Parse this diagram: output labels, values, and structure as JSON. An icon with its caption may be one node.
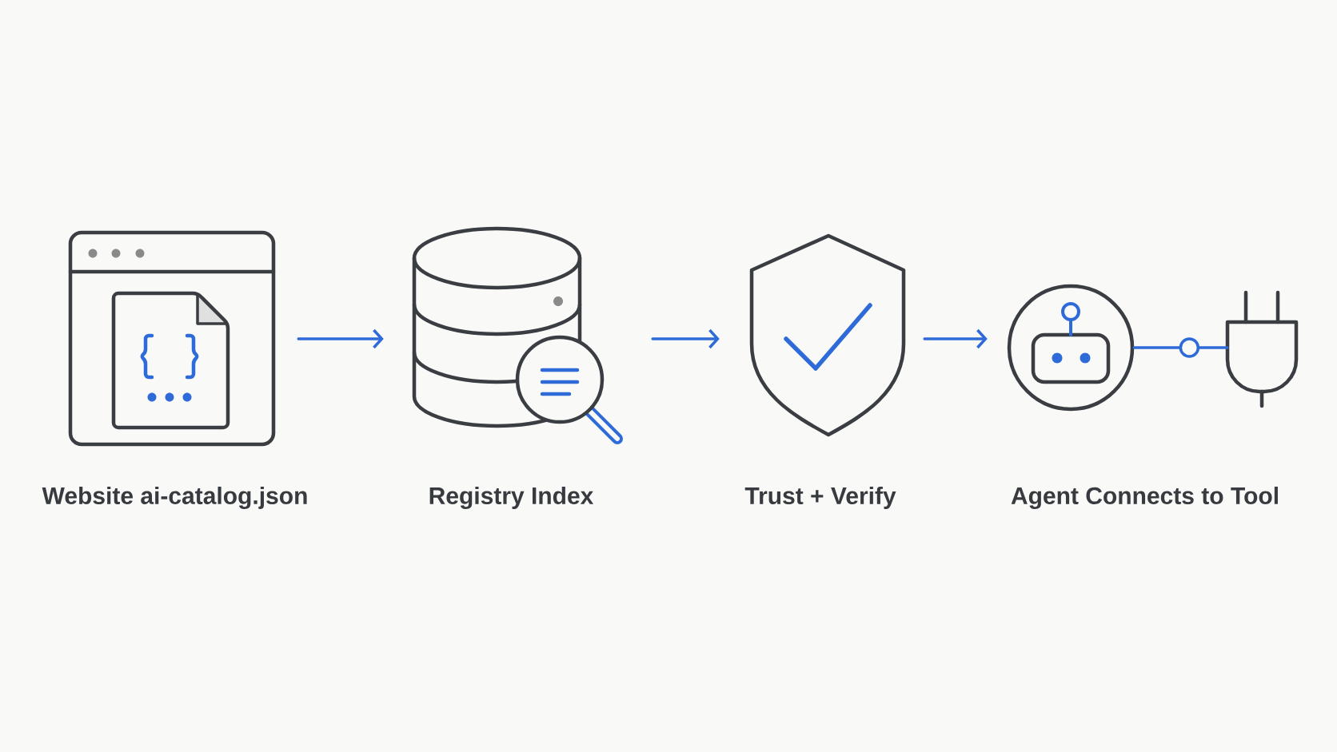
{
  "diagram": {
    "nodes": [
      {
        "text": [
          "Website ai-catalog.json"
        ]
      },
      {
        "text": [
          "Registry Index"
        ]
      },
      {
        "text": [
          "Trust + Verify"
        ]
      },
      {
        "text": [
          "Agent Connects to Tool"
        ]
      },
      {
        "text": [],
        "shape": "plug"
      }
    ],
    "edges": [
      {
        "from": 0,
        "to": 1,
        "arrow": "to"
      },
      {
        "from": 1,
        "to": 2,
        "arrow": "to"
      },
      {
        "from": 2,
        "to": 3,
        "arrow": "to"
      },
      {
        "from": 3,
        "to": 4,
        "arrow": "none"
      }
    ]
  }
}
